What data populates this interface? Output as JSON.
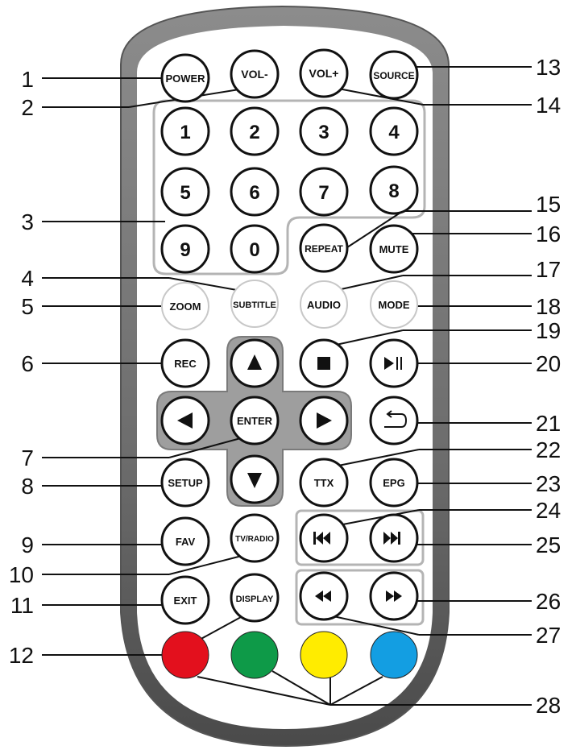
{
  "buttons": {
    "power": "POWER",
    "vol_minus": "VOL-",
    "vol_plus": "VOL+",
    "source": "SOURCE",
    "digits": [
      "1",
      "2",
      "3",
      "4",
      "5",
      "6",
      "7",
      "8",
      "9",
      "0"
    ],
    "repeat": "REPEAT",
    "mute": "MUTE",
    "zoom": "ZOOM",
    "subtitle": "SUBTITLE",
    "audio": "AUDIO",
    "mode": "MODE",
    "rec": "REC",
    "enter": "ENTER",
    "setup": "SETUP",
    "ttx": "TTX",
    "epg": "EPG",
    "fav": "FAV",
    "tv_radio": "TV/RADIO",
    "exit": "EXIT",
    "display": "DISPLAY"
  },
  "color_keys": [
    {
      "name": "red-key",
      "color": "#e3101d"
    },
    {
      "name": "green-key",
      "color": "#0e9a48"
    },
    {
      "name": "yellow-key",
      "color": "#ffec00"
    },
    {
      "name": "blue-key",
      "color": "#139ee2"
    }
  ],
  "callouts": [
    "1",
    "2",
    "3",
    "4",
    "5",
    "6",
    "7",
    "8",
    "9",
    "10",
    "11",
    "12",
    "13",
    "14",
    "15",
    "16",
    "17",
    "18",
    "19",
    "20",
    "21",
    "22",
    "23",
    "24",
    "25",
    "26",
    "27",
    "28"
  ]
}
